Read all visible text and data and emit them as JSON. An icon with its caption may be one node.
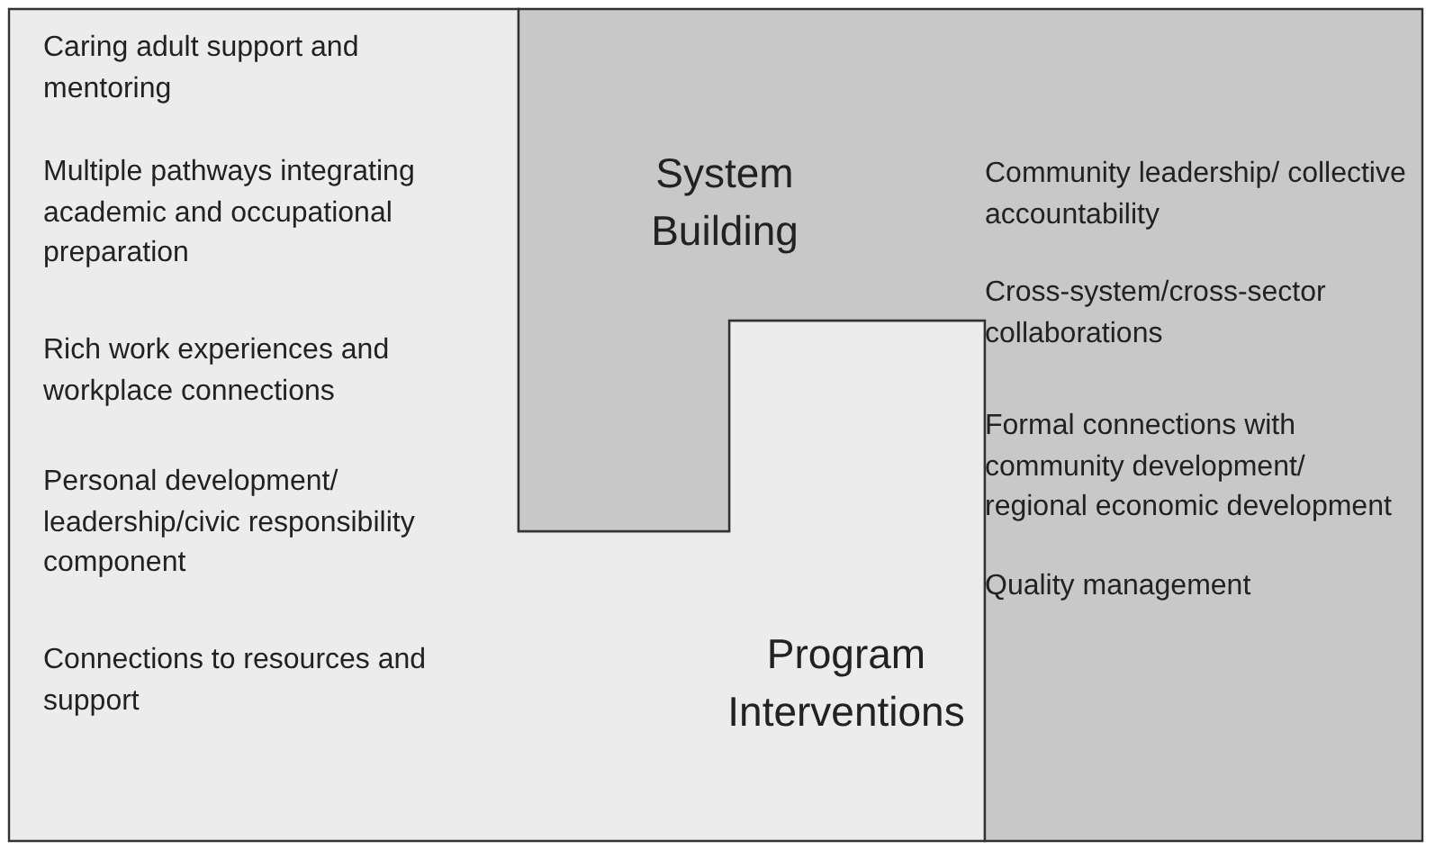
{
  "diagram": {
    "nodes": [
      {
        "text": [
          "Program Interventions",
          "Caring adult support and mentoring",
          "Multiple pathways integrating academic and occupational preparation",
          "Rich work experiences and workplace connections",
          "Personal development/ leadership/civic responsibility component",
          "Connections to resources and support"
        ]
      },
      {
        "text": [
          "System Building",
          "Community leadership/ collective accountability",
          "Cross-system/cross-sector collaborations",
          "Formal connections with community development/ regional economic development",
          "Quality management"
        ]
      }
    ],
    "edges": []
  }
}
